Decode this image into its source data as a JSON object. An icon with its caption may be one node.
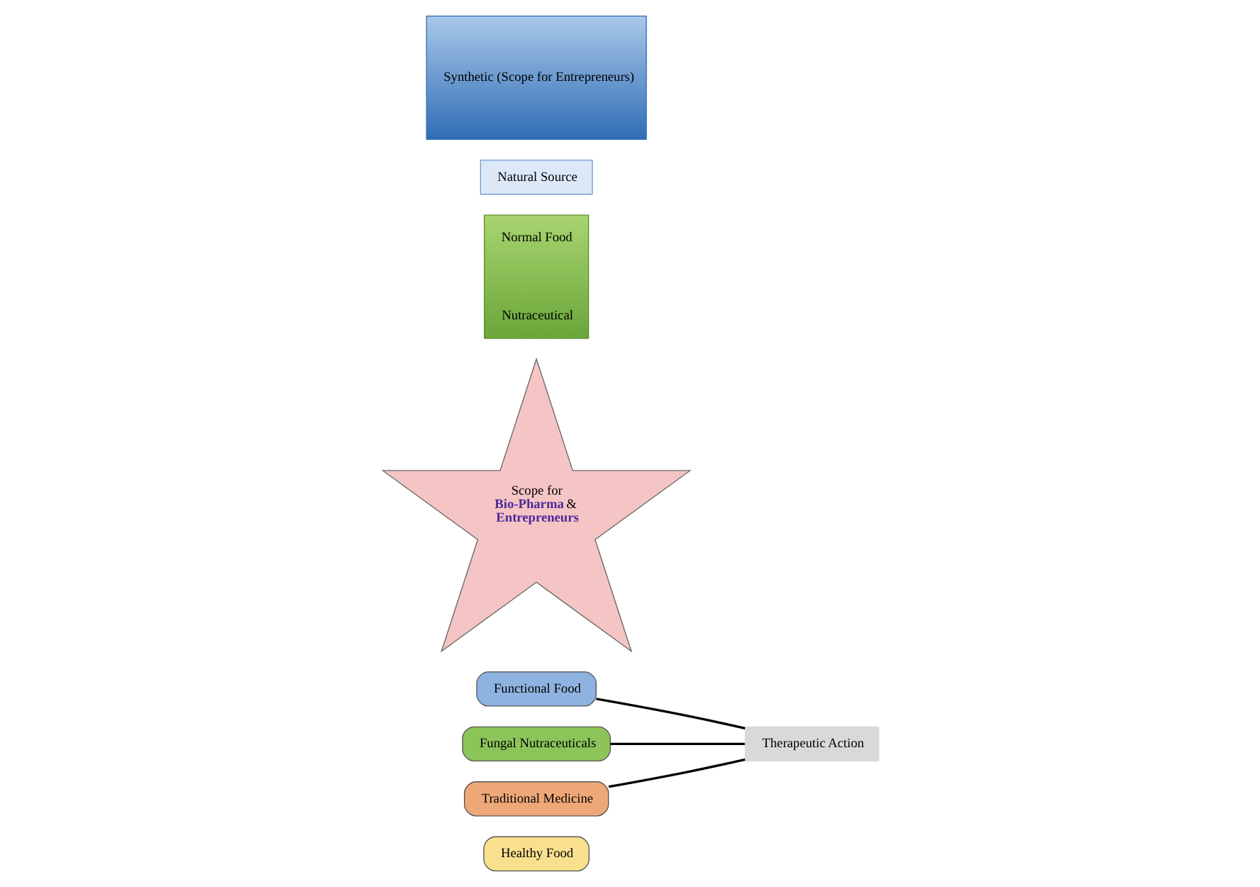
{
  "diagram": {
    "nodes": [
      {
        "text": [
          "Healthy Food"
        ]
      },
      {
        "text": [
          "Functional Food"
        ]
      },
      {
        "text": [
          "Fungal Nutraceuticals"
        ]
      },
      {
        "text": [
          "Traditional Medicine"
        ]
      },
      {
        "text": [
          "Scope for **Bio-Pharma** & **Entrepreneurs**"
        ]
      },
      {
        "text": [
          "Therapeutic Action"
        ]
      },
      {
        "text": [
          "Normal Food",
          "Nutraceutical"
        ]
      },
      {
        "text": [
          "Natural Source"
        ]
      },
      {
        "text": [
          "Synthetic (Scope for Entrepreneurs)"
        ]
      }
    ],
    "edges": [
      {
        "from": 1,
        "to": 5,
        "arrow": "none"
      },
      {
        "from": 2,
        "to": 5,
        "arrow": "none"
      },
      {
        "from": 3,
        "to": 5,
        "arrow": "none"
      }
    ]
  }
}
